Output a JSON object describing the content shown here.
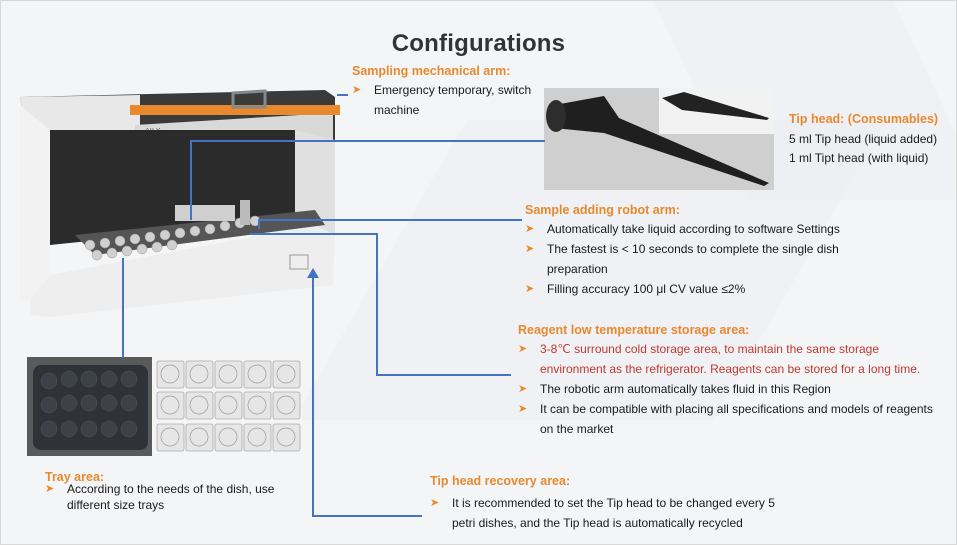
{
  "title": "Configurations",
  "sampling_arm": {
    "title": "Sampling mechanical arm:",
    "bullets": [
      "Emergency temporary, switch machine"
    ]
  },
  "tip_head": {
    "title": "Tip head: (Consumables)",
    "lines": [
      "5 ml Tip head (liquid added)",
      "1 ml Tipt head (with liquid)"
    ]
  },
  "robot_arm": {
    "title": "Sample adding robot arm:",
    "bullets": [
      "Automatically take liquid according to software Settings",
      "The fastest is < 10 seconds to complete the single dish preparation",
      "Filling accuracy 100 μl CV value ≤2%"
    ]
  },
  "reagent": {
    "title": "Reagent low temperature storage area:",
    "bullets": [
      "3-8℃ surround cold storage area, to maintain the same storage environment as the refrigerator. Reagents can be stored for a long time.",
      "The robotic arm automatically takes fluid in this Region",
      "It can be compatible with placing all specifications and models of reagents on the market"
    ]
  },
  "tray": {
    "title": "Tray area:",
    "bullets": [
      "According to the needs of the dish, use different size trays"
    ]
  },
  "recovery": {
    "title": "Tip head recovery area:",
    "bullets": [
      "It is recommended to set the Tip head to be changed every 5 petri dishes, and the Tip head is automatically recycled"
    ]
  },
  "machine_label": "AILX",
  "colors": {
    "accent": "#e8892e",
    "connector": "#4472c4",
    "warning_text": "#c0392b"
  }
}
